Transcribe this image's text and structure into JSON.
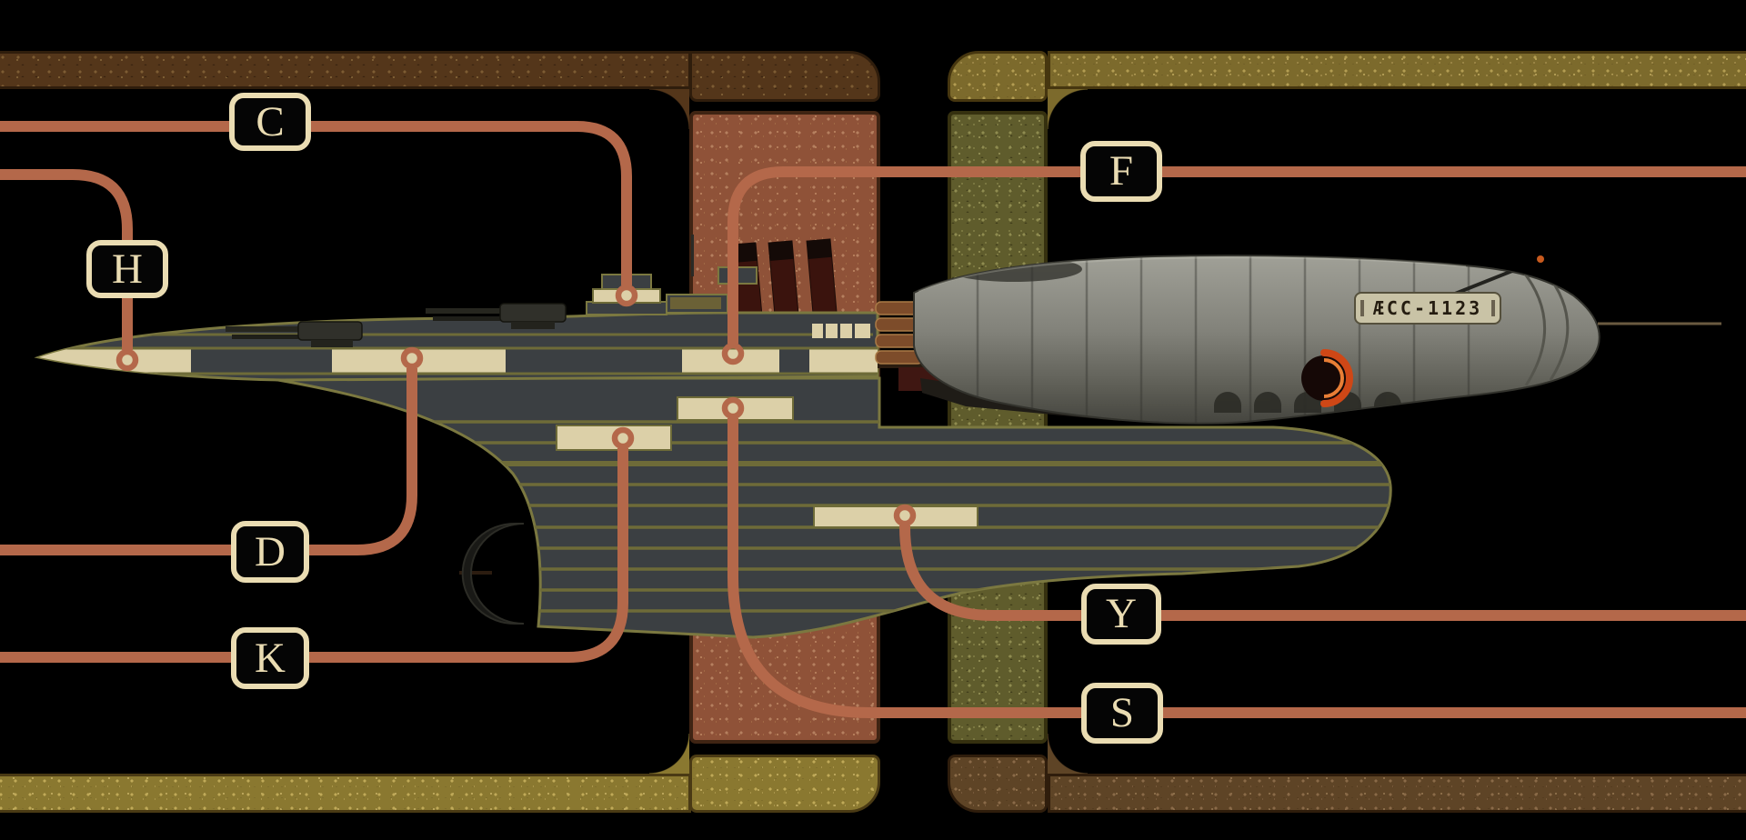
{
  "diagram": {
    "registry": "ÆCC-1123",
    "callouts": [
      {
        "id": "c",
        "label": "C"
      },
      {
        "id": "h",
        "label": "H"
      },
      {
        "id": "f",
        "label": "F"
      },
      {
        "id": "d",
        "label": "D"
      },
      {
        "id": "k",
        "label": "K"
      },
      {
        "id": "y",
        "label": "Y"
      },
      {
        "id": "s",
        "label": "S"
      }
    ],
    "colors": {
      "background": "#000000",
      "callout_line": "#b4684a",
      "callout_box_border": "#eadcb2",
      "hull_slate": "#3b3f42",
      "hull_outline": "#7b7840",
      "deck_band_cream": "#dcd0a8",
      "frame_top_left_brown": "#54361a",
      "frame_column_rust": "#8f5238",
      "frame_column_olive": "#5f5c2c",
      "frame_bottom_left_gold": "#8a7830",
      "frame_top_right_gold": "#7c6a2c",
      "frame_bottom_right_umber": "#5e4426",
      "forward_hull_silver": "#8e8e86",
      "glow_orange": "#cf4716"
    }
  }
}
